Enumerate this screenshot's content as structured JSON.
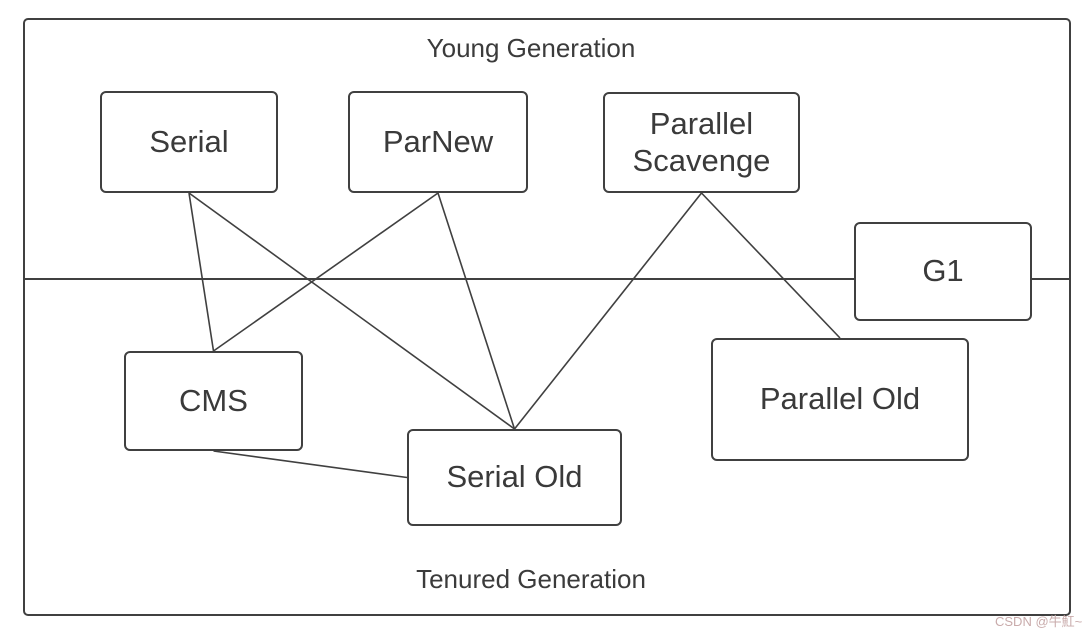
{
  "diagram": {
    "top_label": "Young Generation",
    "bottom_label": "Tenured Generation",
    "nodes": [
      {
        "id": "serial",
        "label": "Serial"
      },
      {
        "id": "parnew",
        "label": "ParNew"
      },
      {
        "id": "parallel-scavenge",
        "label": "Parallel Scavenge"
      },
      {
        "id": "g1",
        "label": "G1"
      },
      {
        "id": "cms",
        "label": "CMS"
      },
      {
        "id": "serial-old",
        "label": "Serial Old"
      },
      {
        "id": "parallel-old",
        "label": "Parallel Old"
      }
    ],
    "edges": [
      {
        "from": "serial",
        "fromSide": "bottom",
        "to": "cms",
        "toSide": "top"
      },
      {
        "from": "serial",
        "fromSide": "bottom",
        "to": "serial-old",
        "toSide": "top"
      },
      {
        "from": "parnew",
        "fromSide": "bottom",
        "to": "cms",
        "toSide": "top"
      },
      {
        "from": "parnew",
        "fromSide": "bottom",
        "to": "serial-old",
        "toSide": "top"
      },
      {
        "from": "parallel-scavenge",
        "fromSide": "bottom",
        "to": "serial-old",
        "toSide": "top"
      },
      {
        "from": "parallel-scavenge",
        "fromSide": "bottom",
        "to": "parallel-old",
        "toSide": "top"
      },
      {
        "from": "cms",
        "fromSide": "bottom",
        "to": "serial-old",
        "toSide": "left"
      }
    ],
    "colors": {
      "line": "#404040",
      "text": "#3a3a3a",
      "background": "#ffffff",
      "watermark": "#c9abab"
    }
  },
  "watermark": {
    "text": "CSDN @牛魟~"
  }
}
